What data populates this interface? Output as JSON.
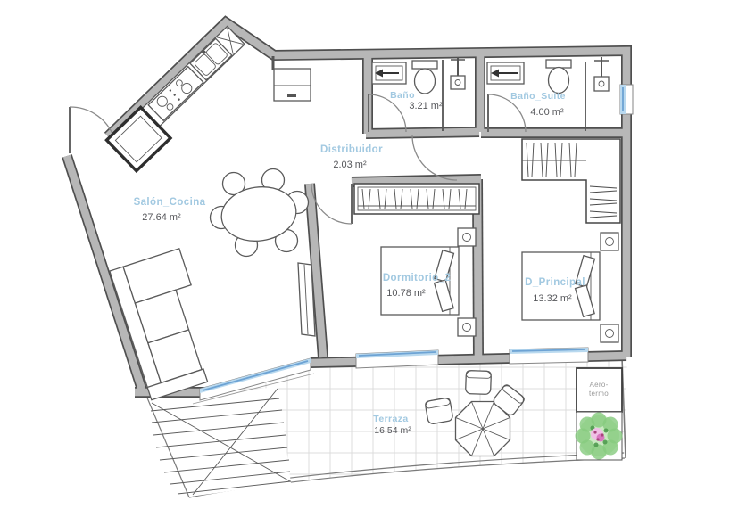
{
  "plan": {
    "rooms": [
      {
        "name": "Salón_Cocina",
        "area": "27.64 m²"
      },
      {
        "name": "Baño",
        "area": "3.21 m²"
      },
      {
        "name": "Baño_Suite",
        "area": "4.00 m²"
      },
      {
        "name": "Distribuidor",
        "area": "2.03 m²"
      },
      {
        "name": "Dormitorio_2",
        "area": "10.78 m²"
      },
      {
        "name": "D_Principal",
        "area": "13.32 m²"
      },
      {
        "name": "Terraza",
        "area": "16.54 m²"
      }
    ],
    "utility_label": {
      "line1": "Aero-",
      "line2": "termo"
    },
    "colors": {
      "room_label": "#a2c9e1",
      "area_text": "#56575b",
      "wall_fill": "#b7b7b7",
      "wall_edge": "#4f4f4f",
      "window_blue": "#6da3d4",
      "plant_green": "#86cb7e",
      "plant_pink": "#d878c0",
      "grid_line": "#dcdcdc"
    }
  }
}
